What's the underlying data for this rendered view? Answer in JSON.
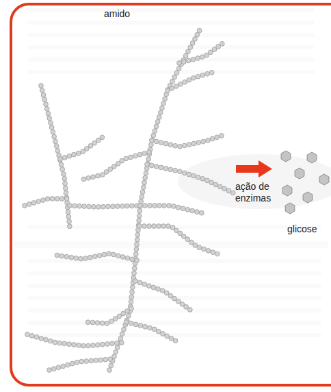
{
  "diagram": {
    "labels": [
      "amido",
      "ação de enzimas",
      "glicose"
    ]
  }
}
